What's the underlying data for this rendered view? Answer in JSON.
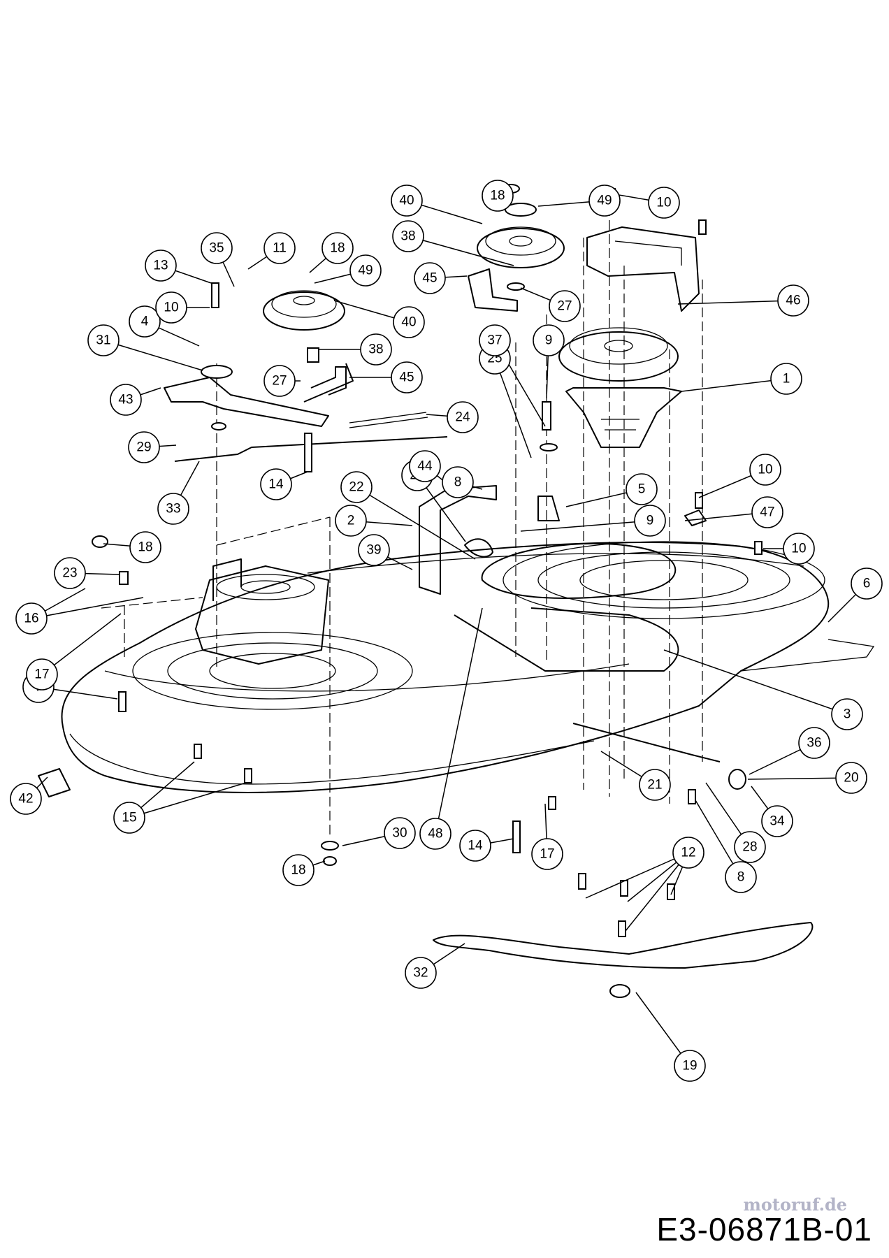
{
  "drawing_code": "E3-06871B-01",
  "watermark": "motoruf.de",
  "callouts": [
    {
      "n": "1"
    },
    {
      "n": "2"
    },
    {
      "n": "3"
    },
    {
      "n": "4"
    },
    {
      "n": "5"
    },
    {
      "n": "6"
    },
    {
      "n": "7"
    },
    {
      "n": "8"
    },
    {
      "n": "8"
    },
    {
      "n": "9"
    },
    {
      "n": "9"
    },
    {
      "n": "10"
    },
    {
      "n": "10"
    },
    {
      "n": "10"
    },
    {
      "n": "10"
    },
    {
      "n": "11"
    },
    {
      "n": "12"
    },
    {
      "n": "13"
    },
    {
      "n": "14"
    },
    {
      "n": "14"
    },
    {
      "n": "15"
    },
    {
      "n": "16"
    },
    {
      "n": "17"
    },
    {
      "n": "17"
    },
    {
      "n": "18"
    },
    {
      "n": "18"
    },
    {
      "n": "18"
    },
    {
      "n": "18"
    },
    {
      "n": "19"
    },
    {
      "n": "20"
    },
    {
      "n": "21"
    },
    {
      "n": "22"
    },
    {
      "n": "23"
    },
    {
      "n": "24"
    },
    {
      "n": "25"
    },
    {
      "n": "26"
    },
    {
      "n": "27"
    },
    {
      "n": "27"
    },
    {
      "n": "28"
    },
    {
      "n": "29"
    },
    {
      "n": "30"
    },
    {
      "n": "31"
    },
    {
      "n": "32"
    },
    {
      "n": "33"
    },
    {
      "n": "34"
    },
    {
      "n": "35"
    },
    {
      "n": "36"
    },
    {
      "n": "37"
    },
    {
      "n": "38"
    },
    {
      "n": "38"
    },
    {
      "n": "39"
    },
    {
      "n": "40"
    },
    {
      "n": "40"
    },
    {
      "n": "42"
    },
    {
      "n": "43"
    },
    {
      "n": "44"
    },
    {
      "n": "45"
    },
    {
      "n": "45"
    },
    {
      "n": "46"
    },
    {
      "n": "47"
    },
    {
      "n": "48"
    },
    {
      "n": "49"
    },
    {
      "n": "49"
    }
  ]
}
